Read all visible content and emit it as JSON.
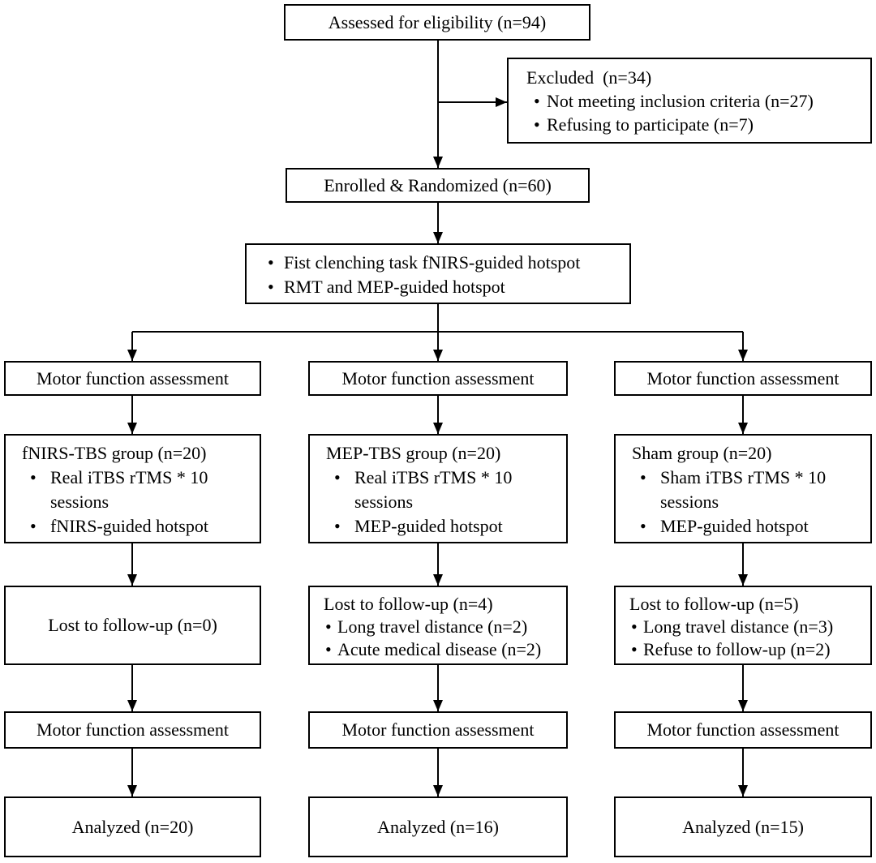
{
  "figure": {
    "bullet_glyph": "•",
    "colors": {
      "border": "#000000",
      "background": "#ffffff",
      "text": "#000000"
    },
    "nodes": {
      "assessed": "Assessed for eligibility (n=94)",
      "excluded": {
        "title": "Excluded  (n=34)",
        "bullets": [
          "Not meeting inclusion criteria (n=27)",
          "Refusing to participate (n=7)"
        ]
      },
      "enrolled": "Enrolled & Randomized (n=60)",
      "hotspot": {
        "bullets": [
          "Fist clenching task fNIRS-guided hotspot",
          "RMT and MEP-guided hotspot"
        ]
      },
      "columns": [
        {
          "assessment_pre": "Motor function assessment",
          "group_title": "fNIRS-TBS group (n=20)",
          "group_bullets": [
            "Real iTBS rTMS * 10 sessions",
            "fNIRS-guided hotspot"
          ],
          "lost_title": "Lost to follow-up (n=0)",
          "lost_bullets": [],
          "assessment_post": "Motor function assessment",
          "analyzed": "Analyzed (n=20)"
        },
        {
          "assessment_pre": "Motor function assessment",
          "group_title": "MEP-TBS group (n=20)",
          "group_bullets": [
            "Real iTBS rTMS * 10 sessions",
            "MEP-guided hotspot"
          ],
          "lost_title": "Lost to follow-up (n=4)",
          "lost_bullets": [
            "Long travel distance (n=2)",
            "Acute medical disease (n=2)"
          ],
          "assessment_post": "Motor function assessment",
          "analyzed": "Analyzed (n=16)"
        },
        {
          "assessment_pre": "Motor function assessment",
          "group_title": "Sham group (n=20)",
          "group_bullets": [
            "Sham iTBS rTMS * 10 sessions",
            "MEP-guided hotspot"
          ],
          "lost_title": "Lost to follow-up (n=5)",
          "lost_bullets": [
            "Long travel distance (n=3)",
            "Refuse to follow-up (n=2)"
          ],
          "assessment_post": "Motor function assessment",
          "analyzed": "Analyzed (n=15)"
        }
      ]
    }
  }
}
